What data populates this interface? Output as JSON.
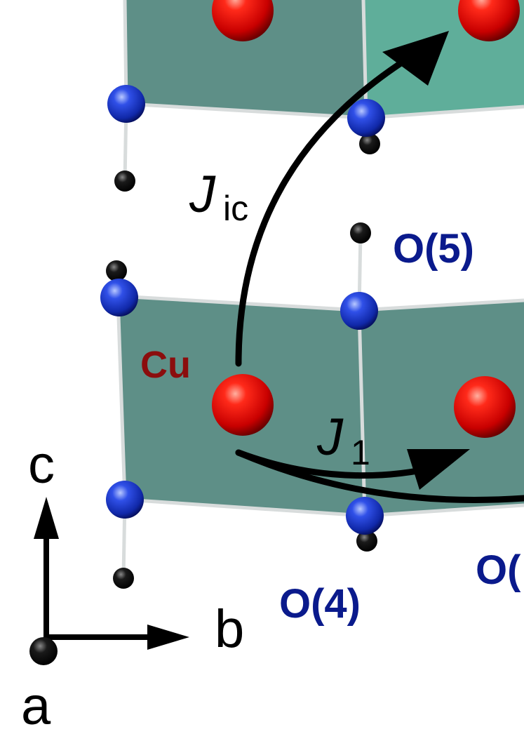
{
  "labels": {
    "o5": "O(5)",
    "o4": "O(4)",
    "o_partial": "O(",
    "cu": "Cu",
    "j_ic_main": "J",
    "j_ic_sub": "ic",
    "j1_main": "J",
    "j1_sub": "1"
  },
  "axes": {
    "c": "c",
    "b": "b",
    "a": "a"
  },
  "colors": {
    "plaquette_top": "#5fae9a",
    "plaquette_main": "#5e8f87",
    "cu_atom": "#e01010",
    "o_atom": "#2340d8",
    "h_atom": "#111111",
    "bond": "#d8dcdc",
    "label_blue": "#0a1a8c",
    "label_red": "#8b0d0d"
  }
}
